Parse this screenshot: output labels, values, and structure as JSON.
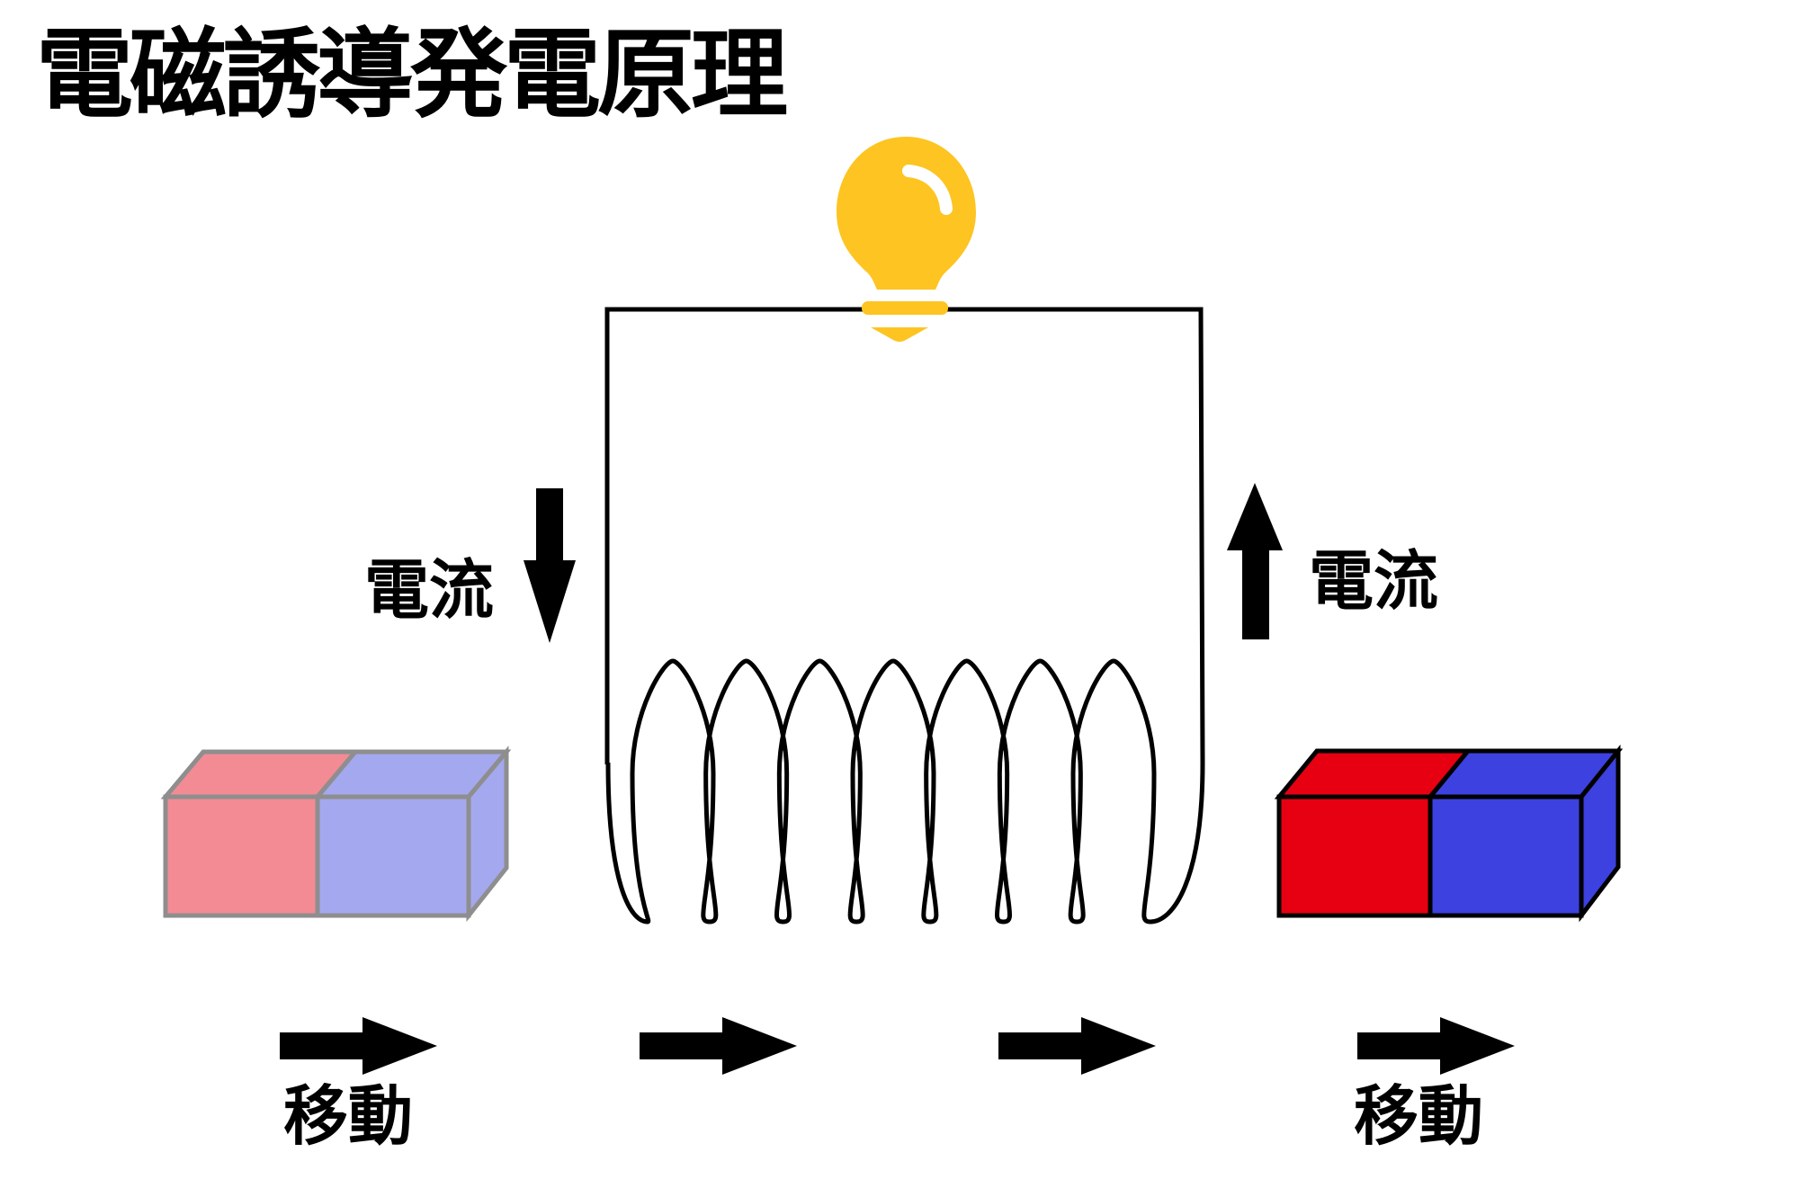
{
  "title": "電磁誘導発電原理",
  "labels": {
    "current_left": "電流",
    "current_right": "電流",
    "move_left": "移動",
    "move_right": "移動"
  },
  "diagram": {
    "bulb": {
      "icon": "lightbulb-icon",
      "color": "#FDC422",
      "highlight": "#FFFFFF"
    },
    "wire_color": "#000000",
    "coil": {
      "turns": 7,
      "color": "#000000"
    },
    "current_arrows": [
      {
        "side": "left",
        "direction": "down"
      },
      {
        "side": "right",
        "direction": "up"
      }
    ],
    "motion_arrows": {
      "count": 4,
      "direction": "right"
    },
    "magnets": [
      {
        "state": "before (faded)",
        "north_color": "#F28B94",
        "south_color": "#A4A8EE",
        "edge_color": "#8E8E8E"
      },
      {
        "state": "after",
        "north_color": "#E60012",
        "south_color": "#3C41DF",
        "edge_color": "#000000"
      }
    ]
  }
}
